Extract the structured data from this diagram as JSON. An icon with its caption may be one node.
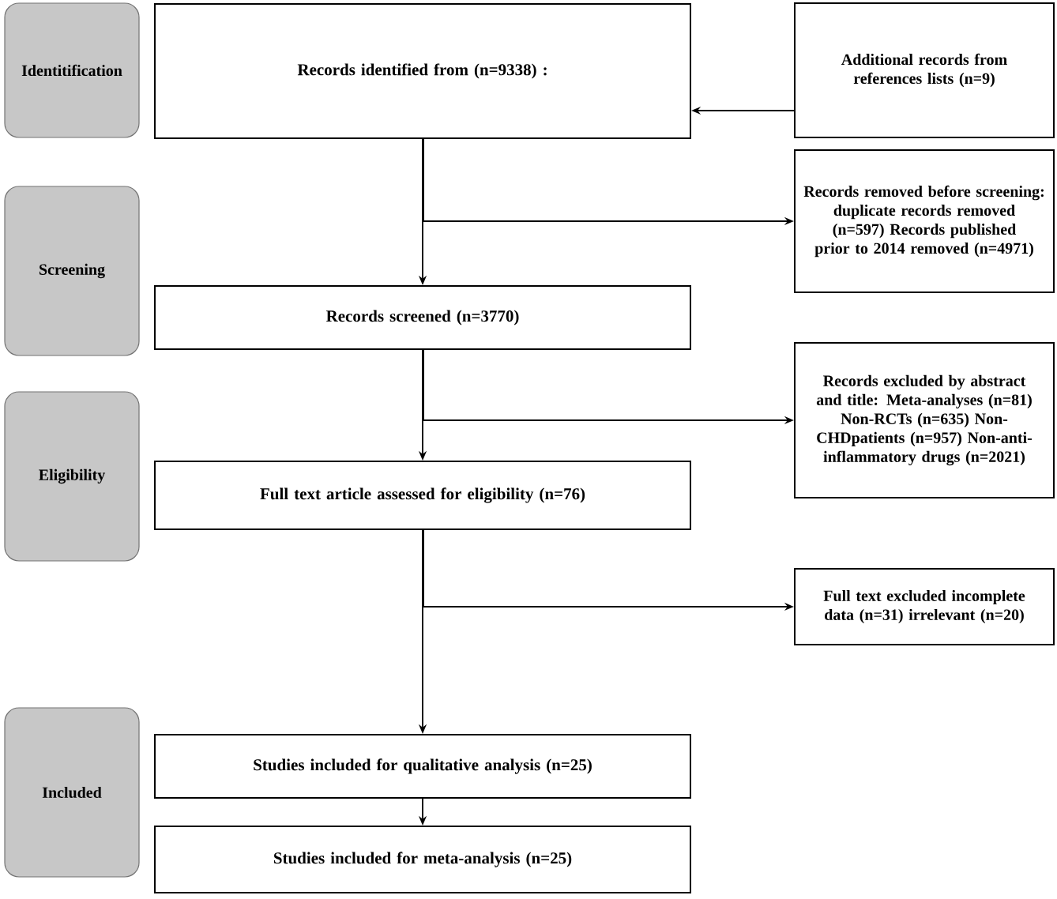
{
  "diagram": {
    "nodes": [
      {
        "text": [
          "Identitification"
        ]
      },
      {
        "text": [
          "Records identified from (n=9338) :"
        ]
      },
      {
        "text": [
          "Additional records from references lists (n=9)"
        ]
      },
      {
        "text": [
          "Screening"
        ]
      },
      {
        "text": [
          "Records removed before screening: duplicate records removed (n=597) Records published prior to 2014 removed (n=4971)"
        ]
      },
      {
        "text": [
          "Records screened (n=3770)"
        ]
      },
      {
        "text": [
          "Eligibility"
        ]
      },
      {
        "text": [
          "Records excluded by abstract and title: Meta-analyses (n=81) Non-RCTs (n=635) Non-CHDpatients (n=957) Non-anti-inflammatory drugs (n=2021)"
        ]
      },
      {
        "text": [
          "Full text article assessed for eligibility (n=76)"
        ]
      },
      {
        "text": [
          "Full text excluded incomplete data (n=31) irrelevant (n=20)"
        ]
      },
      {
        "text": [
          "Included"
        ]
      },
      {
        "text": [
          "Studies included for qualitative analysis (n=25)"
        ]
      },
      {
        "text": [
          "Studies included for meta-analysis (n=25)"
        ]
      }
    ],
    "edges": [
      {
        "from": 2,
        "to": 1,
        "arrow": "to"
      },
      {
        "from": 1,
        "to": 5,
        "arrow": "to"
      },
      {
        "from": 1,
        "to": 4,
        "arrow": "to"
      },
      {
        "from": 5,
        "to": 8,
        "arrow": "to"
      },
      {
        "from": 5,
        "to": 7,
        "arrow": "to"
      },
      {
        "from": 8,
        "to": 11,
        "arrow": "to"
      },
      {
        "from": 8,
        "to": 9,
        "arrow": "to"
      },
      {
        "from": 11,
        "to": 12,
        "arrow": "to"
      }
    ]
  }
}
